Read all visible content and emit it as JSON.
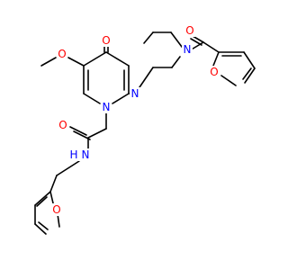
{
  "structure": {
    "atoms": [
      {
        "id": "o_ketone",
        "text": "O",
        "color": "#ff0000"
      },
      {
        "id": "o_methoxy",
        "text": "O",
        "color": "#ff0000"
      },
      {
        "id": "o_carbonyl_top",
        "text": "O",
        "color": "#ff0000"
      },
      {
        "id": "o_furan_top",
        "text": "O",
        "color": "#ff0000"
      },
      {
        "id": "o_amide",
        "text": "O",
        "color": "#ff0000"
      },
      {
        "id": "o_furan_bottom",
        "text": "O",
        "color": "#ff0000"
      },
      {
        "id": "n_pyridone",
        "text": "N",
        "color": "#0000ff"
      },
      {
        "id": "n_pip_left",
        "text": "N",
        "color": "#0000ff"
      },
      {
        "id": "n_pip_right",
        "text": "N",
        "color": "#0000ff"
      },
      {
        "id": "n_amide",
        "text": "N",
        "color": "#0000ff"
      },
      {
        "id": "h_amide",
        "text": "H",
        "color": "#0000ff"
      }
    ]
  }
}
